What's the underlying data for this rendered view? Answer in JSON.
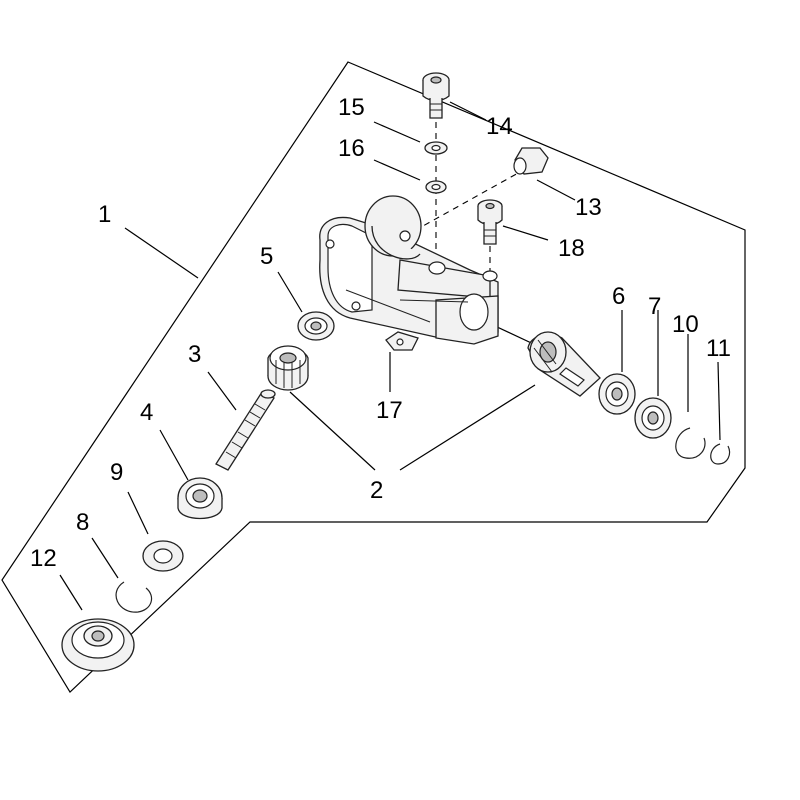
{
  "diagram": {
    "callouts": {
      "c1": "1",
      "c2": "2",
      "c3": "3",
      "c4": "4",
      "c5": "5",
      "c6": "6",
      "c7": "7",
      "c8": "8",
      "c9": "9",
      "c10": "10",
      "c11": "11",
      "c12": "12",
      "c13": "13",
      "c14": "14",
      "c15": "15",
      "c16": "16",
      "c17": "17",
      "c18": "18"
    },
    "part_icons": [
      "gear-housing-icon",
      "bevel-gear-icon",
      "input-shaft-icon",
      "ball-bearing-icon",
      "needle-bearing-icon",
      "snap-ring-icon",
      "washer-icon",
      "cap-nut-icon",
      "hex-socket-bolt-icon",
      "grease-plug-icon",
      "clamp-plate-icon"
    ]
  }
}
